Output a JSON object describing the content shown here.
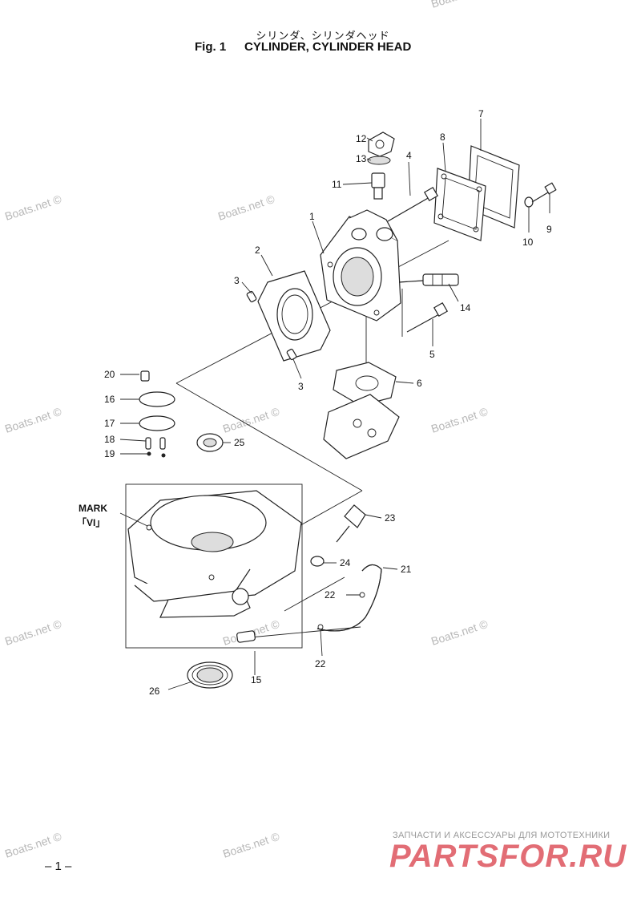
{
  "header": {
    "title_jp": "シリンダ、シリンダヘッド",
    "fig_label": "Fig. 1",
    "title_en": "CYLINDER, CYLINDER HEAD"
  },
  "mark": {
    "line1": "MARK",
    "line2": "「VI」"
  },
  "callouts": {
    "c1": "1",
    "c2": "2",
    "c3a": "3",
    "c3b": "3",
    "c4": "4",
    "c5": "5",
    "c6": "6",
    "c7": "7",
    "c8": "8",
    "c9": "9",
    "c10": "10",
    "c11": "11",
    "c12": "12",
    "c13": "13",
    "c14": "14",
    "c15": "15",
    "c16": "16",
    "c17": "17",
    "c18": "18",
    "c19": "19",
    "c20": "20",
    "c21": "21",
    "c22a": "22",
    "c22b": "22",
    "c23": "23",
    "c24": "24",
    "c25": "25",
    "c26": "26"
  },
  "watermark": "Boats.net ©",
  "page_number": "– 1 –",
  "brand": {
    "tagline": "ЗАПЧАСТИ И АКСЕССУАРЫ ДЛЯ МОТОТЕХНИКИ",
    "logo": "PARTSFOR.RU",
    "accent": "#e26d75"
  }
}
